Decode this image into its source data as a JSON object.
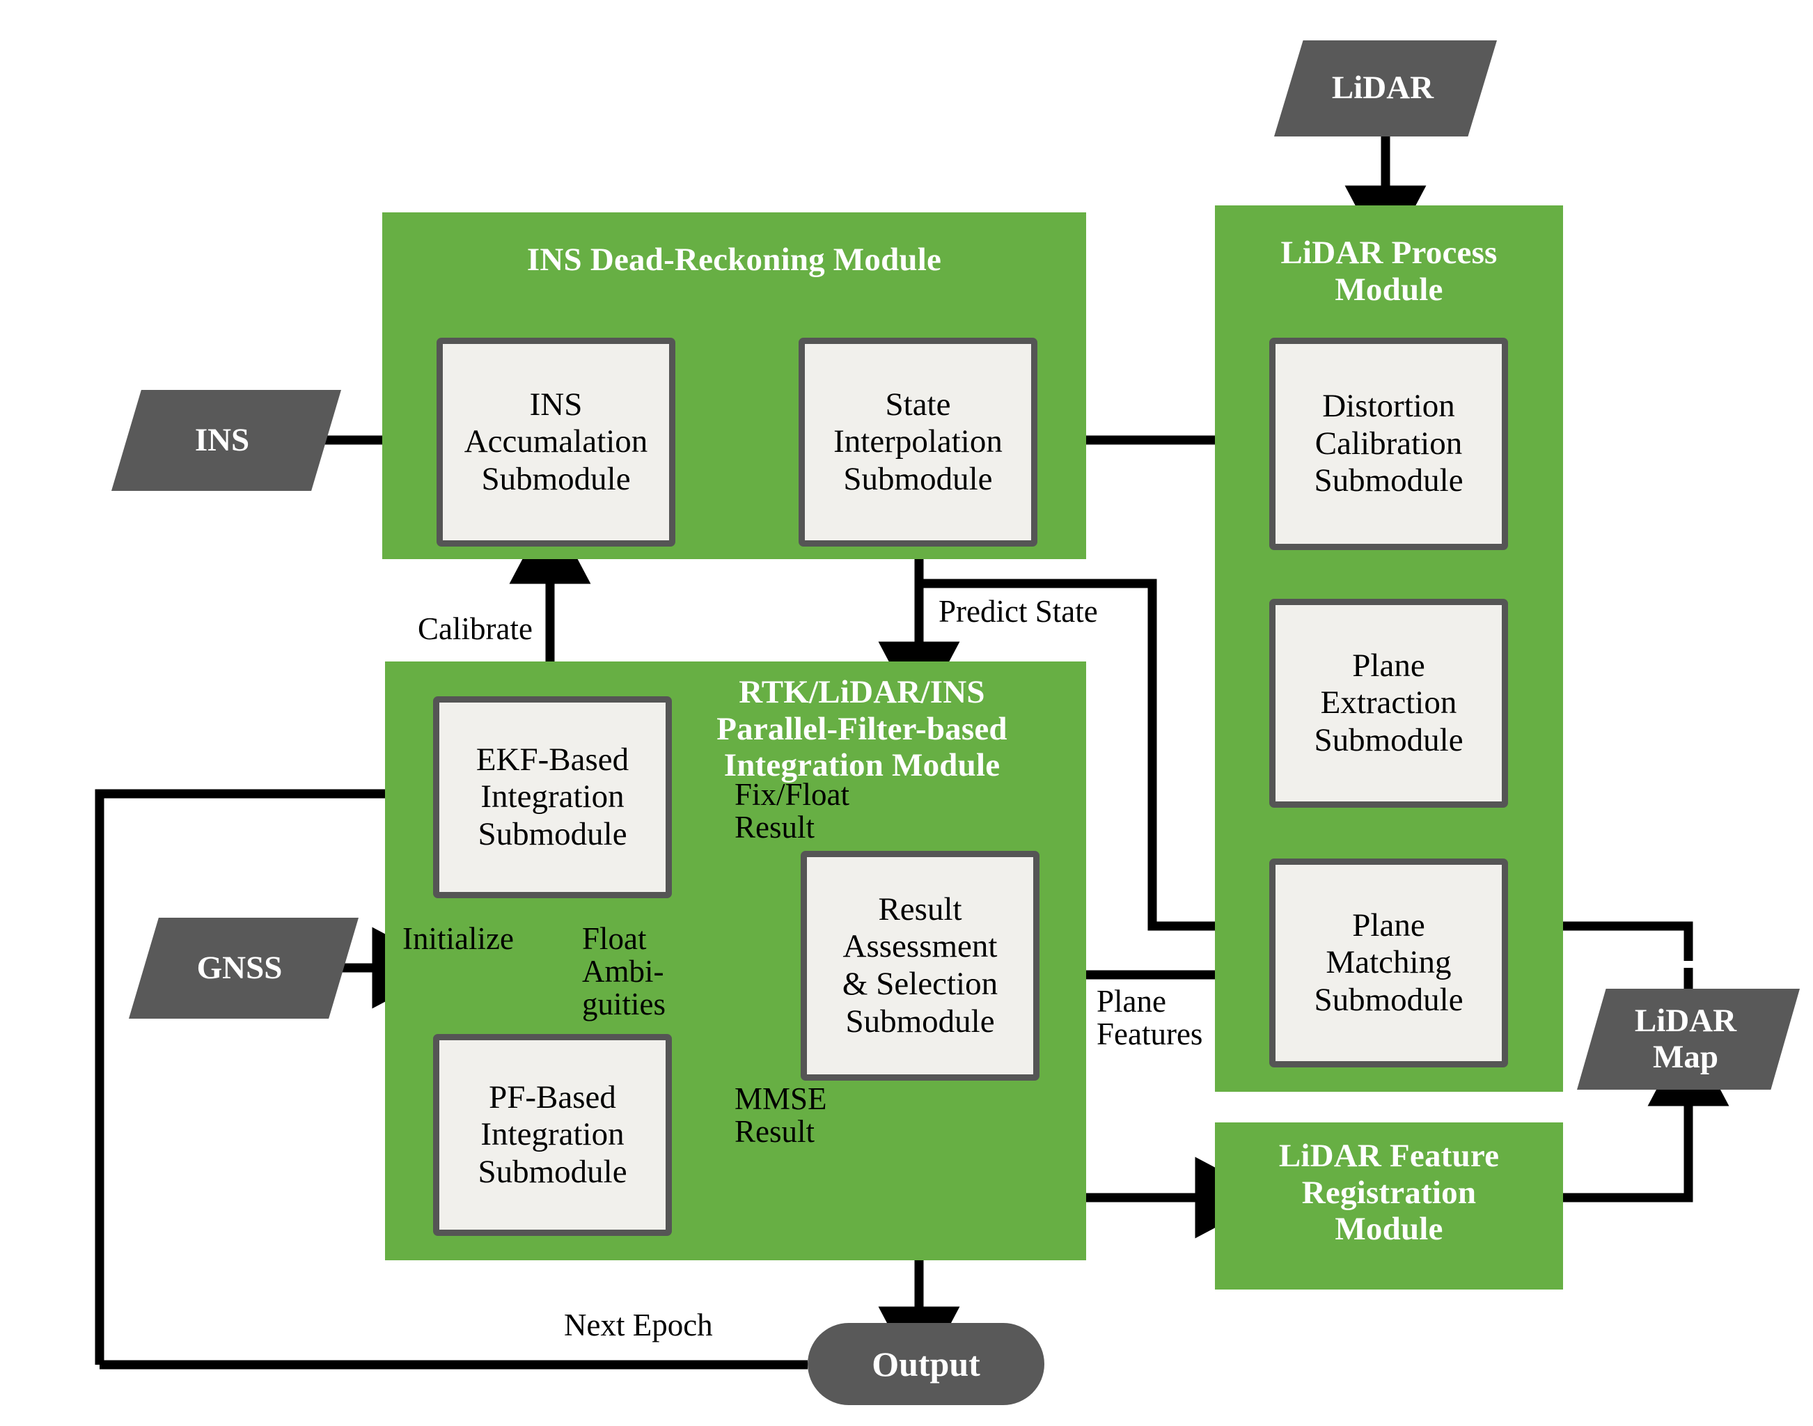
{
  "diagram": {
    "title": "RTK/LiDAR/INS tightly-coupled parallel-filter integration architecture",
    "colors": {
      "module_green": "#67AF44",
      "submodule_fill": "#F1F0EC",
      "submodule_border": "#555555",
      "io_gray": "#595959",
      "arrow_black": "#000000",
      "module_title_text": "#FFFFFF"
    }
  },
  "io_nodes": [
    {
      "id": "ins-input",
      "label": "INS",
      "shape": "parallelogram"
    },
    {
      "id": "gnss-input",
      "label": "GNSS",
      "shape": "parallelogram"
    },
    {
      "id": "lidar-input",
      "label": "LiDAR",
      "shape": "parallelogram"
    },
    {
      "id": "lidar-map",
      "label": "LiDAR\nMap",
      "shape": "parallelogram"
    },
    {
      "id": "output",
      "label": "Output",
      "shape": "rounded-pill"
    }
  ],
  "modules": [
    {
      "id": "ins-dead-reckoning-module",
      "title": "INS Dead-Reckoning Module",
      "submodules": [
        {
          "id": "ins-accumalation-submodule",
          "label": "INS\nAccumalation\nSubmodule"
        },
        {
          "id": "state-interpolation-submodule",
          "label": "State\nInterpolation\nSubmodule"
        }
      ]
    },
    {
      "id": "lidar-process-module",
      "title": "LiDAR Process\nModule",
      "submodules": [
        {
          "id": "distortion-calibration-submodule",
          "label": "Distortion\nCalibration\nSubmodule"
        },
        {
          "id": "plane-extraction-submodule",
          "label": "Plane\nExtraction\nSubmodule"
        },
        {
          "id": "plane-matching-submodule",
          "label": "Plane\nMatching\nSubmodule"
        }
      ]
    },
    {
      "id": "integration-module",
      "title": "RTK/LiDAR/INS\nParallel-Filter-based\nIntegration Module",
      "submodules": [
        {
          "id": "ekf-based-integration-submodule",
          "label": "EKF-Based\nIntegration\nSubmodule"
        },
        {
          "id": "pf-based-integration-submodule",
          "label": "PF-Based\nIntegration\nSubmodule"
        },
        {
          "id": "result-assessment-selection-submodule",
          "label": "Result\nAssessment\n& Selection\nSubmodule"
        }
      ]
    },
    {
      "id": "lidar-feature-registration-module",
      "title": "LiDAR Feature\nRegistration\nModule",
      "submodules": []
    }
  ],
  "edge_labels": [
    {
      "id": "calibrate",
      "label": "Calibrate"
    },
    {
      "id": "predict-state",
      "label": "Predict State"
    },
    {
      "id": "fix-float-result",
      "label": "Fix/Float\nResult"
    },
    {
      "id": "initialize",
      "label": "Initialize"
    },
    {
      "id": "float-ambiguities",
      "label": "Float\nAmbi-\nguities"
    },
    {
      "id": "mmse-result",
      "label": "MMSE\nResult"
    },
    {
      "id": "plane-features",
      "label": "Plane\nFeatures"
    },
    {
      "id": "next-epoch",
      "label": "Next Epoch"
    }
  ]
}
